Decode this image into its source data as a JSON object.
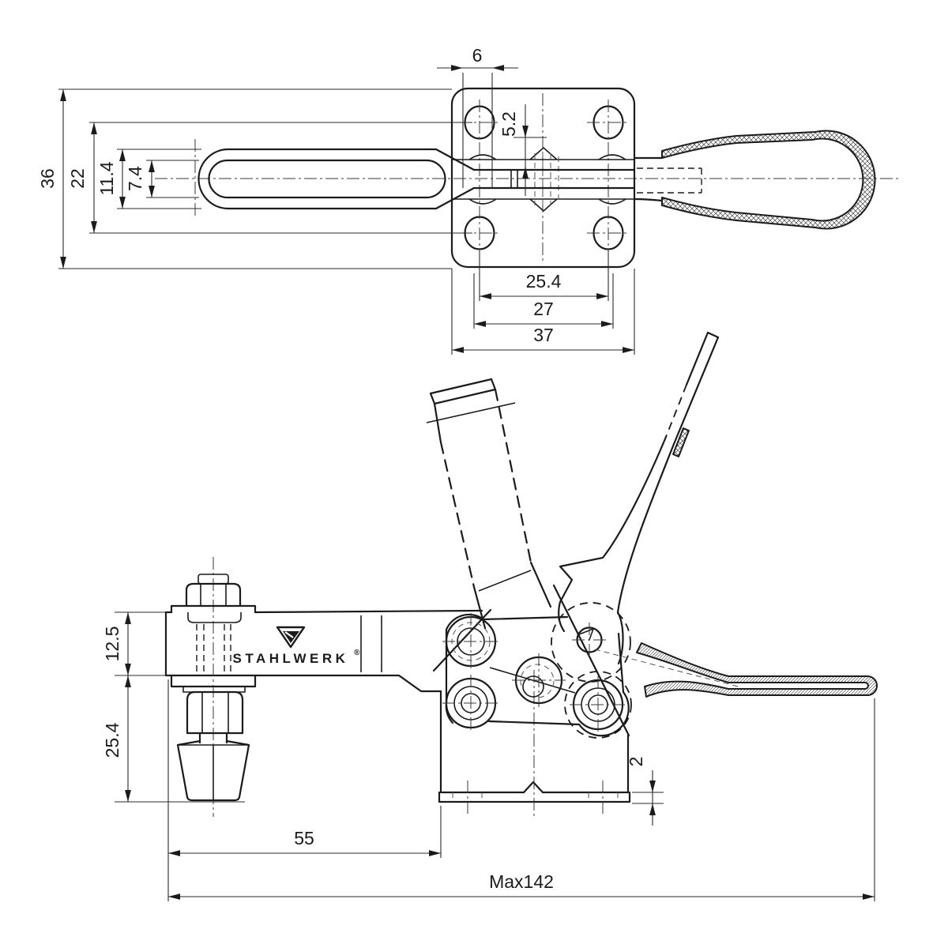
{
  "drawing": {
    "brand": {
      "name": "STAHLWERK",
      "registered": "®"
    },
    "top_view": {
      "dims": {
        "hole_slot_width": "6",
        "hole_edge_offset": "5.2",
        "plate_height": "36",
        "hole_row_spacing": "22",
        "bar_outer_width": "11.4",
        "bar_slot_width": "7.4",
        "hole_col_spacing": "25.4",
        "inner_spacing": "27",
        "plate_width": "37"
      }
    },
    "side_view": {
      "dims": {
        "arm_height": "12.5",
        "clamp_height": "25.4",
        "base_length": "55",
        "base_thickness": "2",
        "max_length": "Max142"
      }
    },
    "colors": {
      "line": "#1b1b1b",
      "background": "#ffffff"
    }
  }
}
